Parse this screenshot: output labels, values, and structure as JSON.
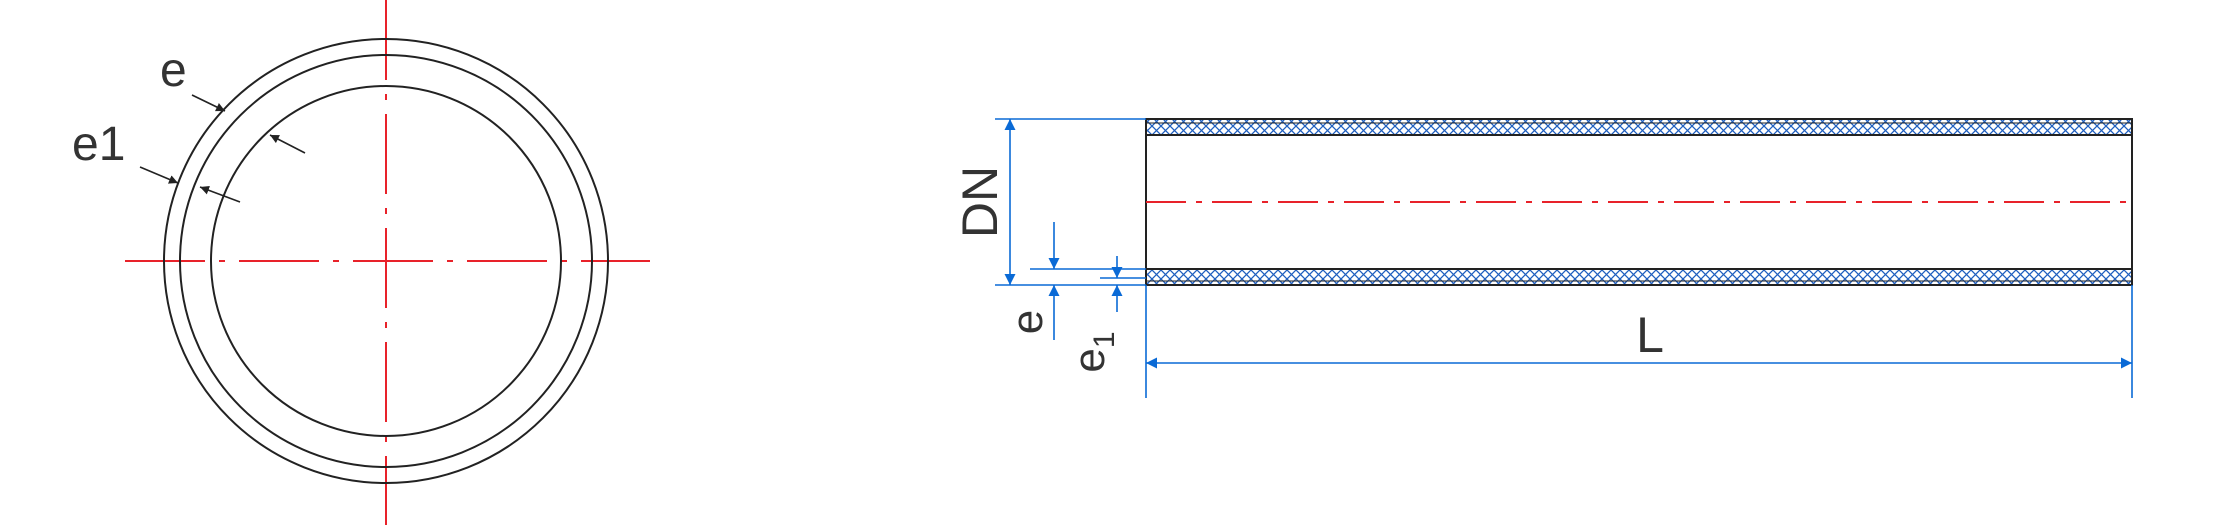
{
  "labels": {
    "end_wall": "e",
    "end_wall_inner": "e1",
    "diameter": "DN",
    "side_wall": "e",
    "side_wall_inner_base": "e",
    "side_wall_inner_sub": "1",
    "length": "L"
  },
  "colors": {
    "outline": "#222222",
    "centerline": "#e8222a",
    "dimension": "#0a6ad6",
    "hatch": "#1f5fbf",
    "label": "#333333"
  }
}
